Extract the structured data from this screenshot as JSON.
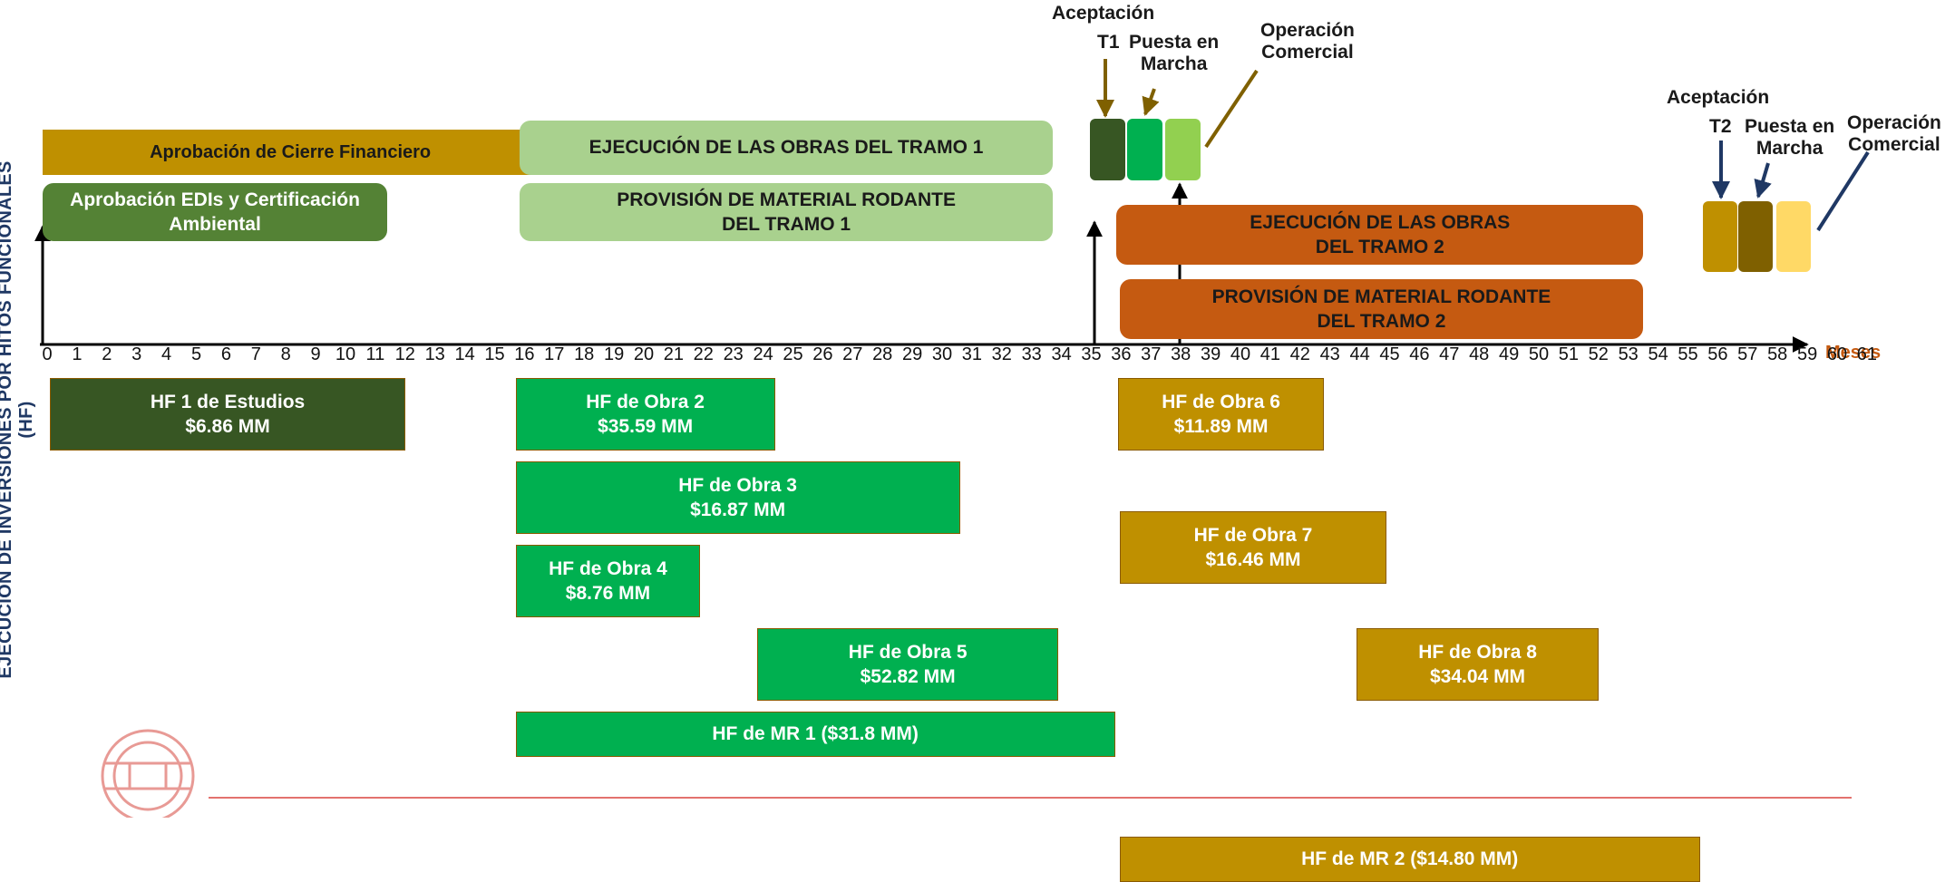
{
  "side_title": "EJECUCIÓN DE INVERSIONES POR HITOS FUNCIONALES (HF)",
  "axis": {
    "unit_label": "Meses",
    "min": 0,
    "max": 61
  },
  "phases": [
    {
      "id": "cierre",
      "label": "Aprobación de Cierre Financiero",
      "start": -0.15,
      "end": 16.45,
      "row": "a",
      "color": "#bf9000",
      "text_color": "#1a1a1a",
      "rounded": false
    },
    {
      "id": "edis",
      "label": "Aprobación EDIs y Certificación\nAmbiental",
      "start": -0.15,
      "end": 11.4,
      "row": "b",
      "color": "#548235",
      "text_color": "#ffffff",
      "rounded": true
    },
    {
      "id": "obras1",
      "label": "EJECUCIÓN DE LAS OBRAS DEL TRAMO 1",
      "start": 15.85,
      "end": 33.7,
      "row": "a",
      "color": "#a9d18e",
      "text_color": "#1a1a1a",
      "rounded": true
    },
    {
      "id": "mr1",
      "label": "PROVISIÓN DE MATERIAL RODANTE\nDEL TRAMO 1",
      "start": 15.85,
      "end": 33.7,
      "row": "b",
      "color": "#a9d18e",
      "text_color": "#1a1a1a",
      "rounded": true
    },
    {
      "id": "obras2",
      "label": "EJECUCIÓN DE LAS OBRAS\nDEL TRAMO 2",
      "start": 35.85,
      "end": 53.5,
      "row": "c",
      "color": "#c55a11",
      "text_color": "#1a1a1a",
      "rounded": true
    },
    {
      "id": "mr2",
      "label": "PROVISIÓN DE MATERIAL RODANTE\nDEL TRAMO 2",
      "start": 35.95,
      "end": 53.5,
      "row": "d",
      "color": "#c55a11",
      "text_color": "#1a1a1a",
      "rounded": true
    }
  ],
  "milestones_t1": [
    {
      "id": "t1-aceptacion",
      "color": "#375623"
    },
    {
      "id": "t1-puesta",
      "color": "#00b050"
    },
    {
      "id": "t1-operacion",
      "color": "#92d050"
    }
  ],
  "milestones_t2": [
    {
      "id": "t2-aceptacion",
      "color": "#bf9000"
    },
    {
      "id": "t2-puesta",
      "color": "#7f6000"
    },
    {
      "id": "t2-operacion",
      "color": "#ffd966"
    }
  ],
  "labels": {
    "aceptacion_1": "Aceptación",
    "t1": "T1",
    "puesta_1": "Puesta en\nMarcha",
    "operacion_1": "Operación\nComercial",
    "aceptacion_2": "Aceptación",
    "t2": "T2",
    "puesta_2": "Puesta en\nMarcha",
    "operacion_2": "Operación\nComercial"
  },
  "investments": [
    {
      "id": "hf1",
      "label": "HF 1 de  Estudios\n$6.86 MM",
      "start": 0.1,
      "end": 12.0,
      "row": 0,
      "color": "#375623"
    },
    {
      "id": "hf2",
      "label": "HF de Obra 2\n$35.59 MM",
      "start": 15.7,
      "end": 24.4,
      "row": 0,
      "color": "#00b050"
    },
    {
      "id": "hf3",
      "label": "HF de Obra 3\n$16.87 MM",
      "start": 15.7,
      "end": 30.6,
      "row": 1,
      "color": "#00b050"
    },
    {
      "id": "hf4",
      "label": "HF de Obra 4\n$8.76 MM",
      "start": 15.7,
      "end": 21.9,
      "row": 2,
      "color": "#00b050"
    },
    {
      "id": "hf5",
      "label": "HF de Obra 5\n$52.82 MM",
      "start": 23.8,
      "end": 33.9,
      "row": 3,
      "color": "#00b050"
    },
    {
      "id": "hfmr1",
      "label": "HF de MR 1 ($31.8 MM)",
      "start": 15.7,
      "end": 35.8,
      "row": 4,
      "color": "#00b050"
    },
    {
      "id": "hf6",
      "label": "HF de Obra 6\n$11.89 MM",
      "start": 35.9,
      "end": 42.8,
      "row": 0,
      "color": "#bf9000"
    },
    {
      "id": "hf7",
      "label": "HF de Obra 7\n$16.46 MM",
      "start": 35.95,
      "end": 44.9,
      "row": 1.6,
      "color": "#bf9000"
    },
    {
      "id": "hf8",
      "label": "HF de Obra 8\n$34.04 MM",
      "start": 43.9,
      "end": 52.0,
      "row": 3,
      "color": "#bf9000"
    },
    {
      "id": "hfmr2",
      "label": "HF de MR 2 ($14.80 MM)",
      "start": 35.95,
      "end": 55.4,
      "row": 5.5,
      "color": "#bf9000"
    }
  ]
}
